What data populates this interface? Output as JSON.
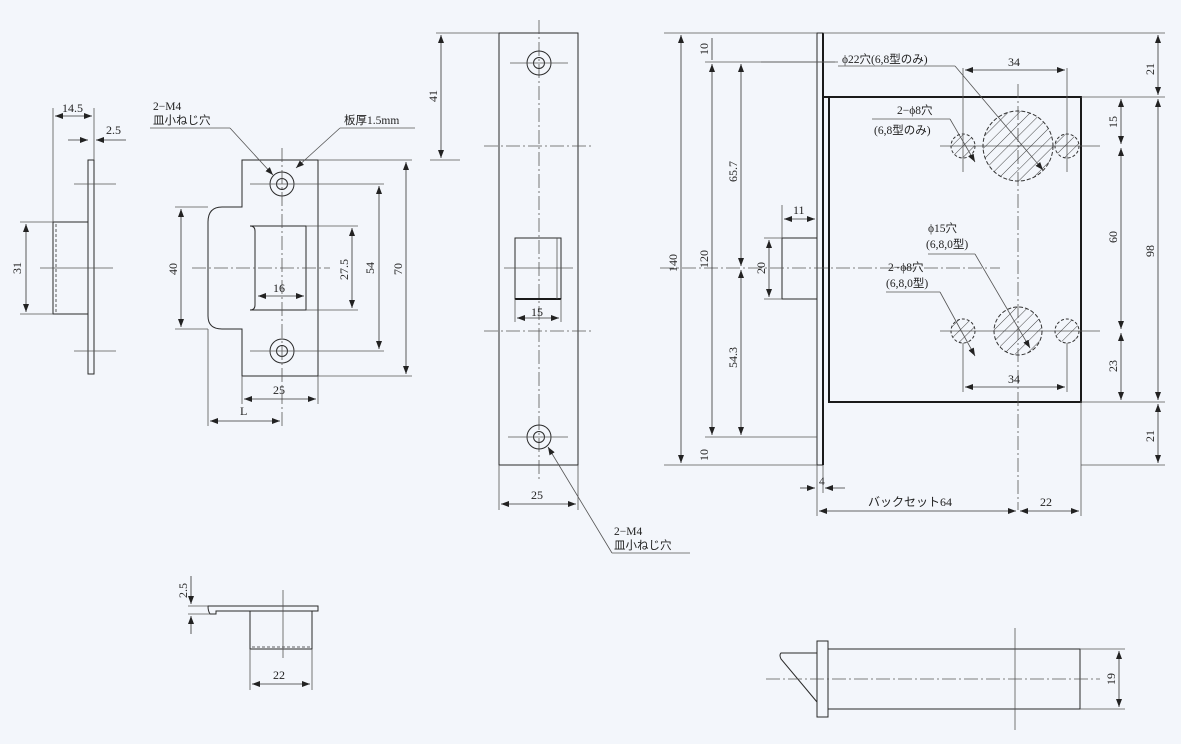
{
  "drawing": {
    "colors": {
      "background": "#f3f6fb",
      "line": "#1a1a1a",
      "text": "#222222"
    },
    "strike_side_view": {
      "dim_width_total": "14.5",
      "dim_plate_thickness": "2.5",
      "dim_box_height": "31"
    },
    "strike_plate_front": {
      "note_screw_line1": "2−M4",
      "note_screw_line2": "皿小ねじ穴",
      "note_thickness": "板厚1.5mm",
      "dim_box_width": "16",
      "dim_box_height": "27.5",
      "dim_hole_pitch": "54",
      "dim_plate_height": "70",
      "dim_recess_height": "40",
      "dim_plate_width": "25",
      "dim_L": "L"
    },
    "strike_bottom_view": {
      "dim_thickness": "2.5",
      "dim_box_width": "22"
    },
    "faceplate_front": {
      "dim_top_to_latch": "41",
      "dim_latch_width": "15",
      "dim_plate_width": "25",
      "note_screw_line1": "2−M4",
      "note_screw_line2": "皿小ねじ穴"
    },
    "lock_body_side": {
      "dim_total_height": "140",
      "dim_screw_pitch": "120",
      "dim_top_offset": "10",
      "dim_bottom_offset": "10",
      "dim_upper_to_latch": "65.7",
      "dim_latch_to_lower": "54.3",
      "dim_latch_projection": "11",
      "dim_latch_height": "20",
      "dim_face_thickness": "4",
      "dim_backset": "バックセット64",
      "dim_rear": "22",
      "note_hole22_line1": "ϕ22穴(6,8型のみ)",
      "note_hole8_upper_line1": "2−ϕ8穴",
      "note_hole8_upper_line2": "(6,8型のみ)",
      "note_hole15_line1": "ϕ15穴",
      "note_hole15_line2": "(6,8,0型)",
      "note_hole8_lower_line1": "2−ϕ8穴",
      "note_hole8_lower_line2": "(6,8,0型)",
      "dim_upper_hole_pitch": "34",
      "dim_lower_hole_pitch": "34",
      "dim_right_top_margin": "21",
      "dim_right_bottom_margin": "21",
      "dim_body_height": "98",
      "dim_upper_hole_offset": "15",
      "dim_hole_spacing": "60",
      "dim_lower_hole_offset": "23"
    },
    "latch_bolt_view": {
      "dim_bolt_height": "19"
    }
  }
}
